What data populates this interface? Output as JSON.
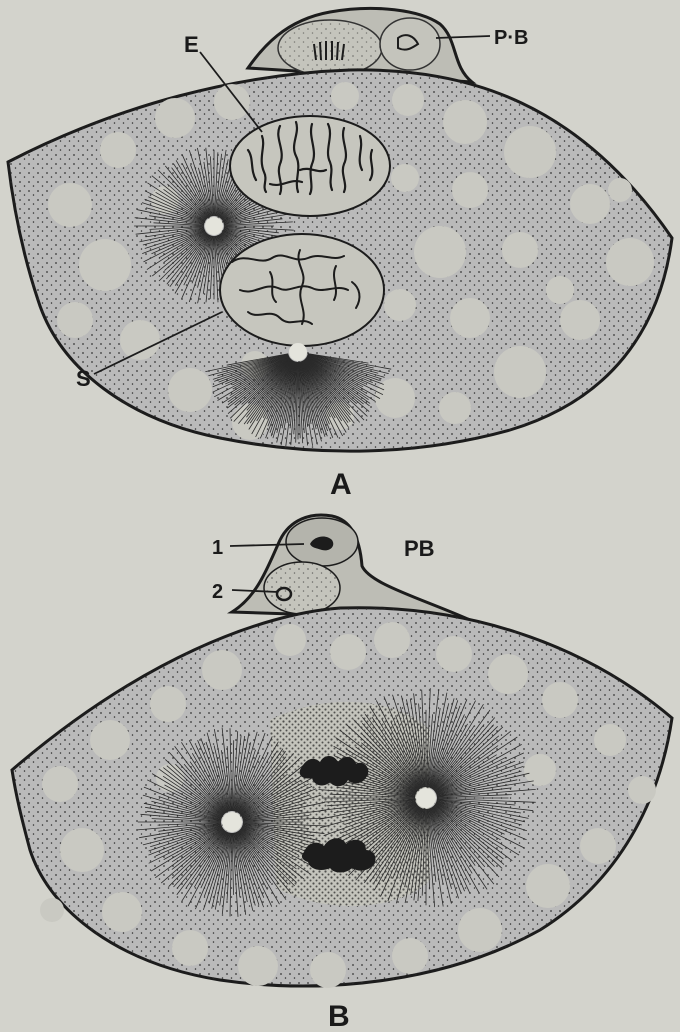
{
  "labels": {
    "panel_a": "A",
    "panel_b": "B",
    "a_egg_nucleus": "E",
    "a_sperm_nucleus": "S",
    "a_polar_bodies": "P·B",
    "b_polar_body_1": "1",
    "b_polar_body_2": "2",
    "b_polar_bodies": "PB"
  },
  "colors": {
    "background": "#d3d3cc",
    "cytoplasm": "#b9b9b1",
    "yolk_patch": "#c9c9c2",
    "ink": "#1c1c1c"
  }
}
